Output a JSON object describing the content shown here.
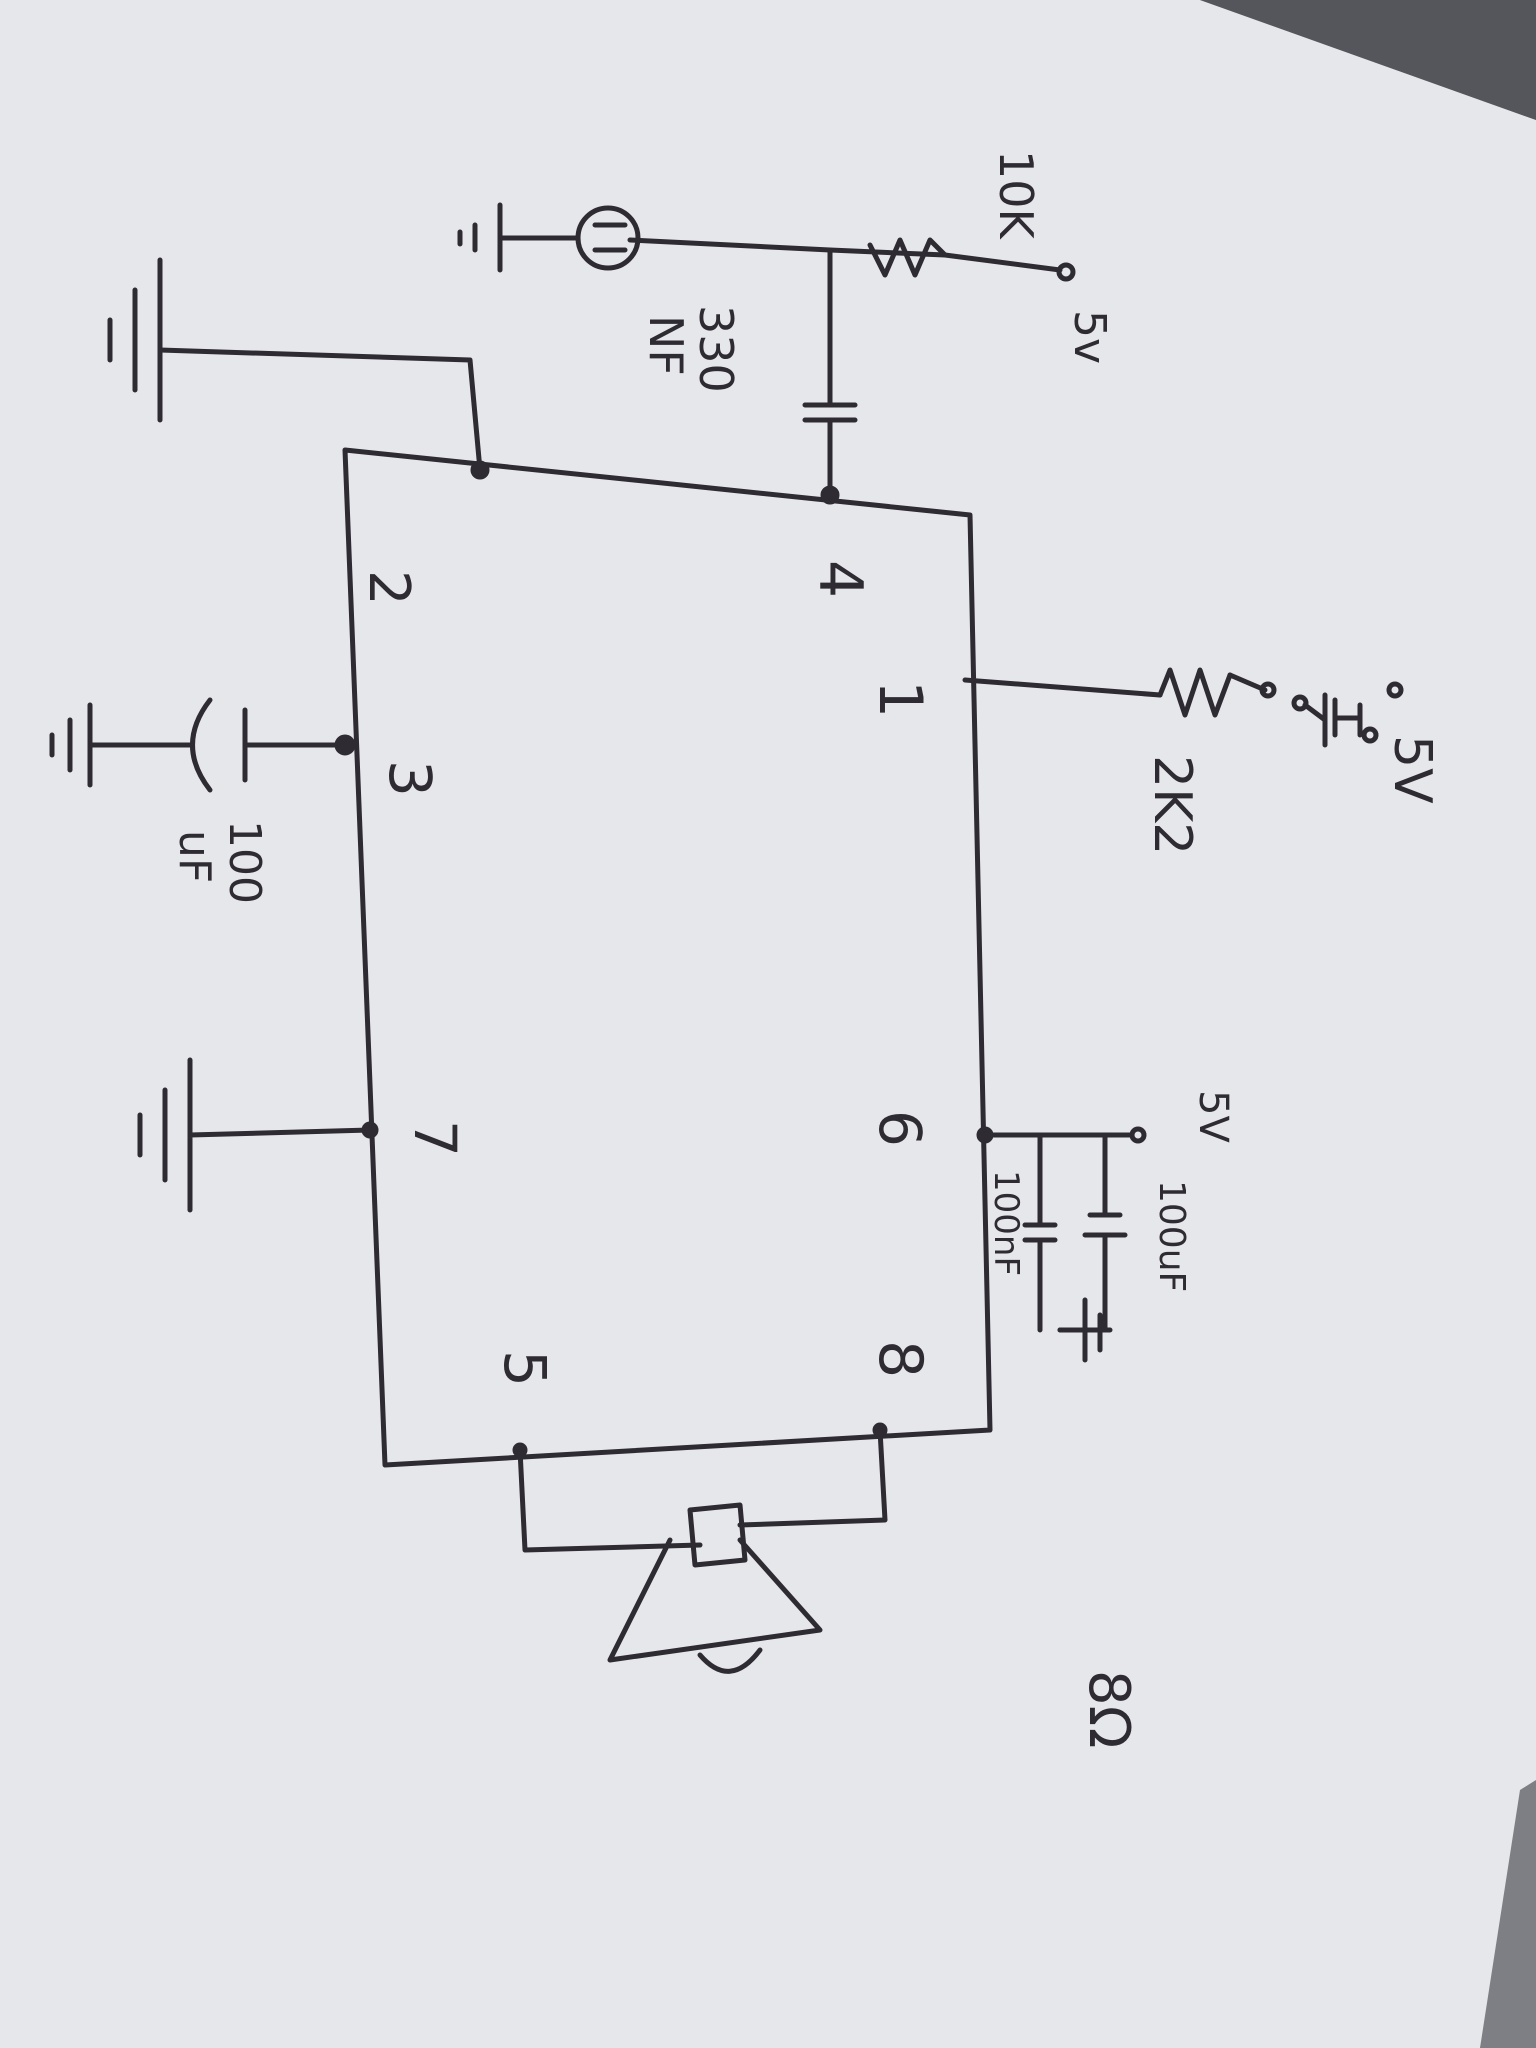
{
  "diagram": {
    "pins": {
      "pin1": "1",
      "pin2": "2",
      "pin3": "3",
      "pin4": "4",
      "pin5": "5",
      "pin6": "6",
      "pin7": "7",
      "pin8": "8"
    },
    "components": {
      "r_10k": "10K",
      "supply_5v_left": "5v",
      "cap_330_value": "330",
      "cap_330_unit": "NF",
      "supply_5v_top": "5V",
      "r_2k2": "2K2",
      "cap_100uf_pin3_value": "100",
      "cap_100uf_pin3_unit": "uF",
      "supply_5v_right": "5V",
      "cap_100uf_supply": "100uF",
      "cap_100nf": "100nF",
      "speaker_ohms": "8Ω"
    },
    "colors": {
      "ink": "#2e2b33",
      "paper": "#ecedef"
    }
  }
}
